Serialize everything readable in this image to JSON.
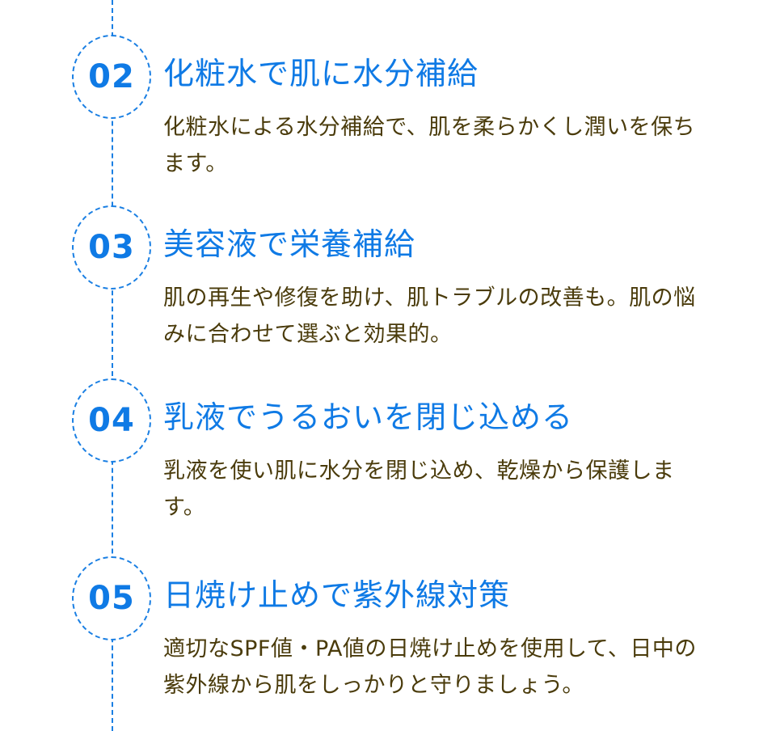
{
  "colors": {
    "accent": "#0f7ae5",
    "line": "#1a7fe3",
    "body_text": "#4a3b0b",
    "background": "#ffffff"
  },
  "steps": [
    {
      "number": "02",
      "title": "化粧水で肌に水分補給",
      "description": "化粧水による水分補給で、肌を柔らかくし潤いを保ちます。"
    },
    {
      "number": "03",
      "title": "美容液で栄養補給",
      "description": "肌の再生や修復を助け、肌トラブルの改善も。肌の悩みに合わせて選ぶと効果的。"
    },
    {
      "number": "04",
      "title": "乳液でうるおいを閉じ込める",
      "description": "乳液を使い肌に水分を閉じ込め、乾燥から保護します。"
    },
    {
      "number": "05",
      "title": "日焼け止めで紫外線対策",
      "description": "適切なSPF値・PA値の日焼け止めを使用して、日中の紫外線から肌をしっかりと守りましょう。"
    }
  ]
}
